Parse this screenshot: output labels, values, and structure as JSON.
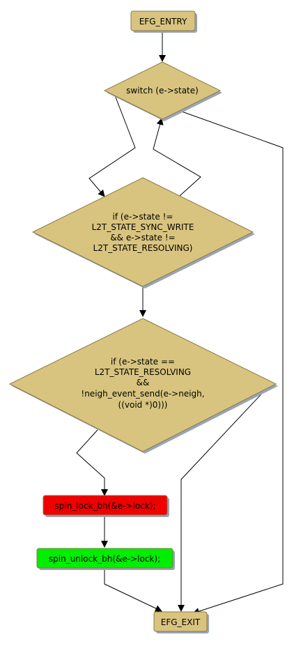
{
  "colors": {
    "node_fill": "#d9c47f",
    "node_stroke": "#8a7a45",
    "shadow": "#9aa4b8",
    "edge": "#000000",
    "lock_fill": "#f00000",
    "unlock_fill": "#00ee00"
  },
  "nodes": {
    "entry": {
      "lines": [
        "EFG_ENTRY"
      ]
    },
    "switch": {
      "lines": [
        "switch (e->state)"
      ]
    },
    "cond1": {
      "lines": [
        "if (e->state !=",
        "L2T_STATE_SYNC_WRITE",
        "&& e->state !=",
        "L2T_STATE_RESOLVING)"
      ]
    },
    "cond2": {
      "lines": [
        "if (e->state ==",
        "L2T_STATE_RESOLVING",
        "&&",
        "!neigh_event_send(e->neigh,",
        "((void *)0)))"
      ]
    },
    "lock": {
      "lines": [
        "spin_lock_bh(&e->lock);"
      ]
    },
    "unlock": {
      "lines": [
        "spin_unlock_bh(&e->lock);"
      ]
    },
    "exit": {
      "lines": [
        "EFG_EXIT"
      ]
    }
  }
}
